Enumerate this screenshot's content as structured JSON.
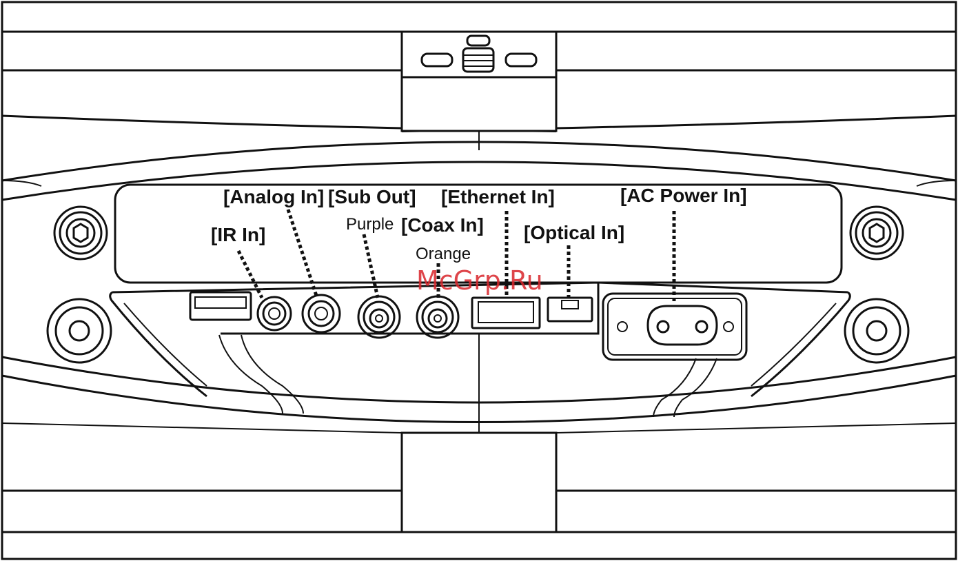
{
  "labels": {
    "analog_in": "[Analog In]",
    "ir_in": "[IR In]",
    "sub_out": "[Sub Out]",
    "sub_out_color": "Purple",
    "coax_in": "[Coax In]",
    "coax_in_color": "Orange",
    "ethernet_in": "[Ethernet In]",
    "optical_in": "[Optical In]",
    "ac_power_in": "[AC Power In]"
  },
  "watermark": "McGrp.Ru"
}
